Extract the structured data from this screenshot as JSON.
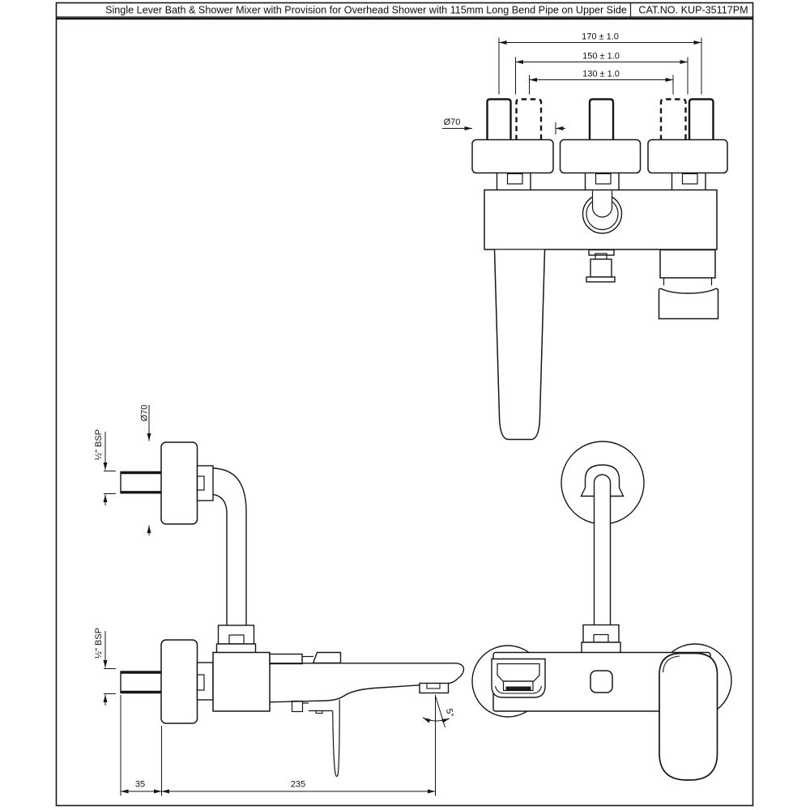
{
  "header": {
    "title": "Single Lever Bath & Shower Mixer with Provision for Overhead Shower with 115mm Long Bend Pipe on Upper Side",
    "cat_no": "CAT.NO. KUP-35117PM"
  },
  "top_view": {
    "dim_outer": "170 ± 1.0",
    "dim_mid": "150 ± 1.0",
    "dim_inner": "130 ± 1.0",
    "flange_dia": "Ø70"
  },
  "side_view_top_inlet": {
    "flange_dia": "Ø70",
    "thread": "½\" BSP"
  },
  "side_view_main": {
    "thread": "½\" BSP",
    "wall_offset": "35",
    "spout_reach": "235",
    "spout_angle": "5°"
  },
  "colors": {
    "line": "#161616",
    "background": "#ffffff"
  }
}
